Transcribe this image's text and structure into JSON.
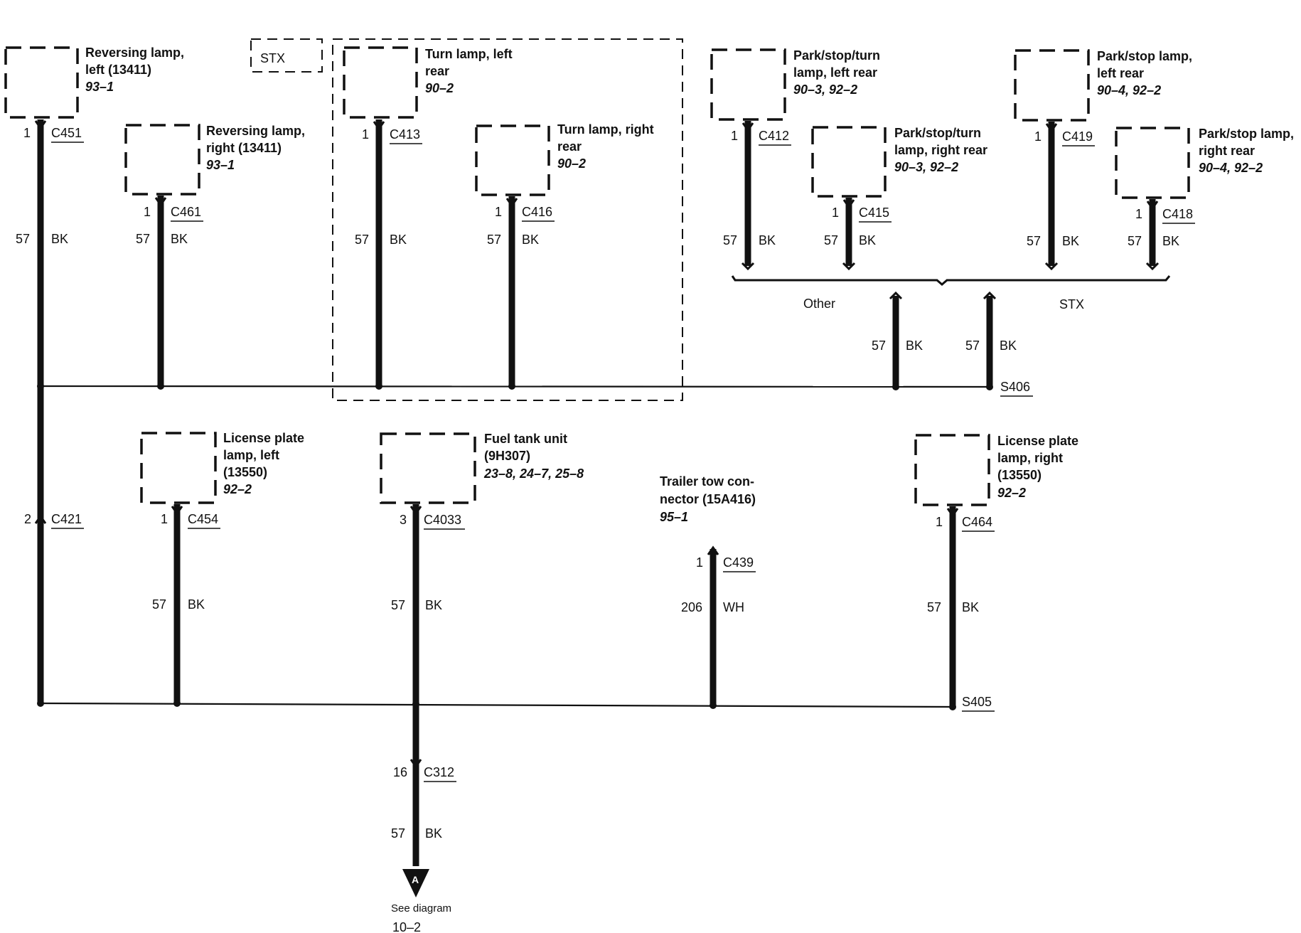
{
  "components": {
    "rev_left": {
      "name": [
        "Reversing lamp,",
        "left (13411)"
      ],
      "ref": [
        "93–1"
      ],
      "pin": "1",
      "connector": "C451"
    },
    "rev_right": {
      "name": [
        "Reversing lamp,",
        "right (13411)"
      ],
      "ref": [
        "93–1"
      ],
      "pin": "1",
      "connector": "C461"
    },
    "turn_left": {
      "name": [
        "Turn lamp, left",
        "rear"
      ],
      "ref": [
        "90–2"
      ],
      "pin": "1",
      "connector": "C413"
    },
    "turn_right": {
      "name": [
        "Turn lamp, right",
        "rear"
      ],
      "ref": [
        "90–2"
      ],
      "pin": "1",
      "connector": "C416"
    },
    "pst_left": {
      "name": [
        "Park/stop/turn",
        "lamp, left rear"
      ],
      "ref": [
        "90–3, 92–2"
      ],
      "pin": "1",
      "connector": "C412"
    },
    "pst_right": {
      "name": [
        "Park/stop/turn",
        "lamp, right rear"
      ],
      "ref": [
        "90–3, 92–2"
      ],
      "pin": "1",
      "connector": "C415"
    },
    "ps_left": {
      "name": [
        "Park/stop lamp,",
        "left rear"
      ],
      "ref": [
        "90–4, 92–2"
      ],
      "pin": "1",
      "connector": "C419"
    },
    "ps_right": {
      "name": [
        "Park/stop lamp,",
        "right rear"
      ],
      "ref": [
        "90–4, 92–2"
      ],
      "pin": "1",
      "connector": "C418"
    },
    "lic_left": {
      "name": [
        "License plate",
        "lamp, left",
        "(13550)"
      ],
      "ref": [
        "92–2"
      ],
      "pin": "1",
      "connector": "C454"
    },
    "fuel": {
      "name": [
        "Fuel tank unit",
        "(9H307)"
      ],
      "ref": [
        "23–8, 24–7, 25–8"
      ],
      "pin": "3",
      "connector": "C4033"
    },
    "trailer": {
      "name": [
        "Trailer tow con-",
        "nector (15A416)"
      ],
      "ref": [
        "95–1"
      ],
      "pin": "1",
      "connector": "C439"
    },
    "lic_right": {
      "name": [
        "License plate",
        "lamp, right",
        "(13550)"
      ],
      "ref": [
        "92–2"
      ],
      "pin": "1",
      "connector": "C464"
    },
    "c421": {
      "pin": "2",
      "connector": "C421"
    },
    "c312": {
      "pin": "16",
      "connector": "C312"
    }
  },
  "wire": {
    "circuit": "57",
    "color": "BK"
  },
  "trailer_wire": {
    "circuit": "206",
    "color": "WH"
  },
  "variant_box": "STX",
  "bracket_labels": {
    "other": "Other",
    "stx": "STX"
  },
  "splices": {
    "upper": "S406",
    "lower": "S405"
  },
  "offpage": {
    "letter": "A",
    "text": "See diagram",
    "ref": "10–2"
  },
  "colors": {
    "ink": "#111111",
    "background": "#ffffff"
  }
}
